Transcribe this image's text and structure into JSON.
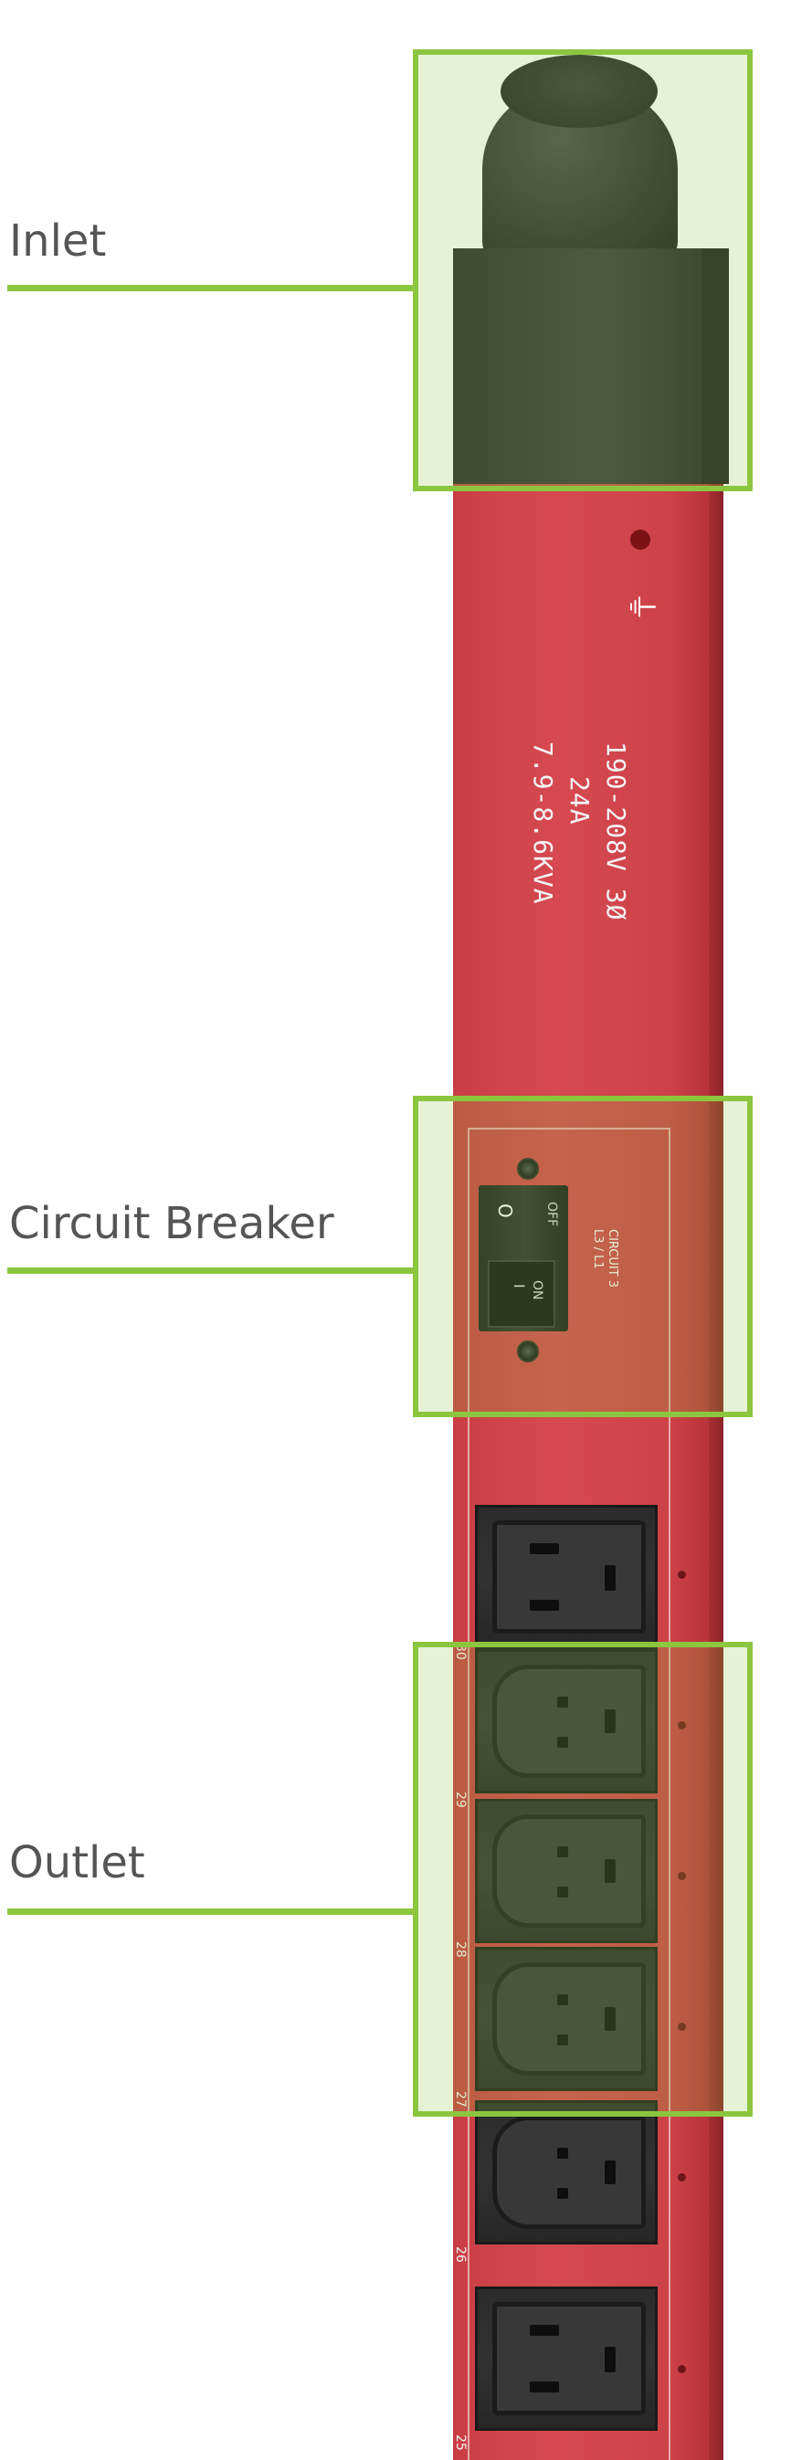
{
  "callouts": {
    "inlet": "Inlet",
    "circuit_breaker": "Circuit Breaker",
    "outlet": "Outlet"
  },
  "product": {
    "rating_voltage": "190-208V 3Ø",
    "rating_current": "24A",
    "rating_power": "7.9-8.6KVA",
    "breaker_off": "OFF",
    "breaker_on": "ON",
    "breaker_o": "O",
    "breaker_i": "I",
    "circuit_label_line1": "CIRCUIT 3",
    "circuit_label_line2": "L3 / L1",
    "outlet_numbers": [
      "30",
      "29",
      "28",
      "27",
      "26",
      "25"
    ]
  },
  "colors": {
    "accent_green": "#8cc63f",
    "pdu_red": "#d64951",
    "label_gray": "#555555"
  },
  "icons": [
    "ground-icon",
    "cable-gland-icon",
    "c19-outlet-icon",
    "c13-outlet-icon",
    "breaker-switch-icon"
  ]
}
